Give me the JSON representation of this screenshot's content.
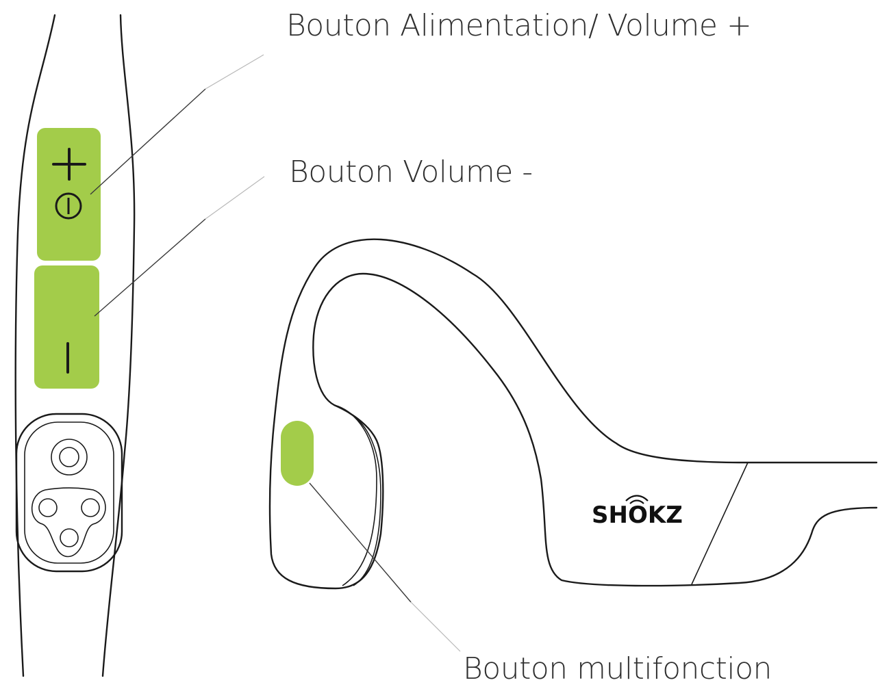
{
  "labels": {
    "power_volume_up": "Bouton Alimentation/ Volume +",
    "volume_down": "Bouton Volume -",
    "multifunction": "Bouton multifonction"
  },
  "brand": "SHOKZ",
  "colors": {
    "button_green": "#a3cc4a",
    "outline": "#1a1a1a",
    "text": "#2f2f2f"
  },
  "icons": {
    "volume_up": "plus-icon",
    "power": "power-icon",
    "volume_down": "minus-icon"
  }
}
